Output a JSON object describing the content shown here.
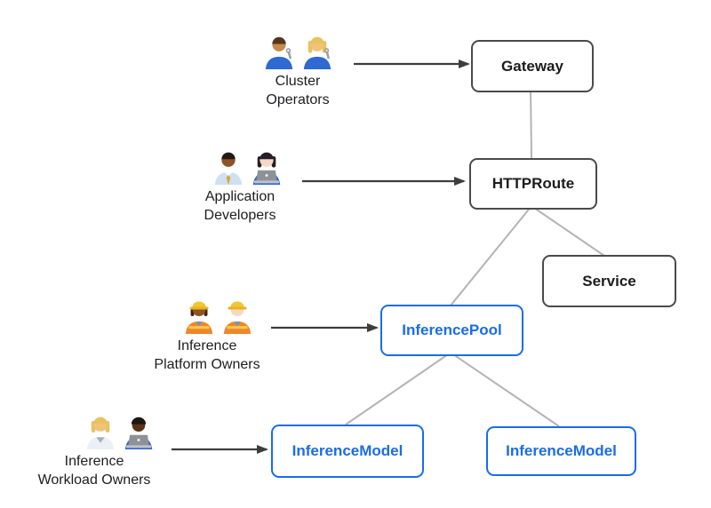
{
  "diagram": {
    "nodes": {
      "gateway": {
        "label": "Gateway"
      },
      "httproute": {
        "label": "HTTPRoute"
      },
      "service": {
        "label": "Service"
      },
      "inference_pool": {
        "label": "InferencePool"
      },
      "inference_model_left": {
        "label": "InferenceModel"
      },
      "inference_model_right": {
        "label": "InferenceModel"
      }
    },
    "personas": {
      "cluster_operators": {
        "label": "Cluster\nOperators",
        "emoji": "👨🏽‍🔧👩🏼‍🔧"
      },
      "application_developers": {
        "label": "Application\nDevelopers",
        "emoji": "👨🏾‍💼👩🏻‍💻"
      },
      "inference_platform_owners": {
        "label": "Inference\nPlatform Owners",
        "emoji": "👷🏾‍♀️👷🏻‍♂️"
      },
      "inference_workload_owners": {
        "label": "Inference\nWorkload Owners",
        "emoji": "🧑🏼‍⚕️👨🏿‍💻"
      }
    },
    "edges": [
      {
        "from": "Gateway",
        "to": "HTTPRoute"
      },
      {
        "from": "HTTPRoute",
        "to": "InferencePool"
      },
      {
        "from": "HTTPRoute",
        "to": "Service"
      },
      {
        "from": "InferencePool",
        "to": "InferenceModel (left)"
      },
      {
        "from": "InferencePool",
        "to": "InferenceModel (right)"
      }
    ],
    "arrows": [
      {
        "from": "Cluster Operators",
        "to": "Gateway"
      },
      {
        "from": "Application Developers",
        "to": "HTTPRoute"
      },
      {
        "from": "Inference Platform Owners",
        "to": "InferencePool"
      },
      {
        "from": "Inference Workload Owners",
        "to": "InferenceModel (left)"
      }
    ],
    "colors": {
      "box_border_dark": "#4a4a4a",
      "box_border_blue": "#1a6ce8",
      "box_text_blue": "#1a6ce8",
      "connector_line": "#b4b4b4",
      "arrow": "#3d3d3d",
      "background": "#ffffff"
    }
  }
}
